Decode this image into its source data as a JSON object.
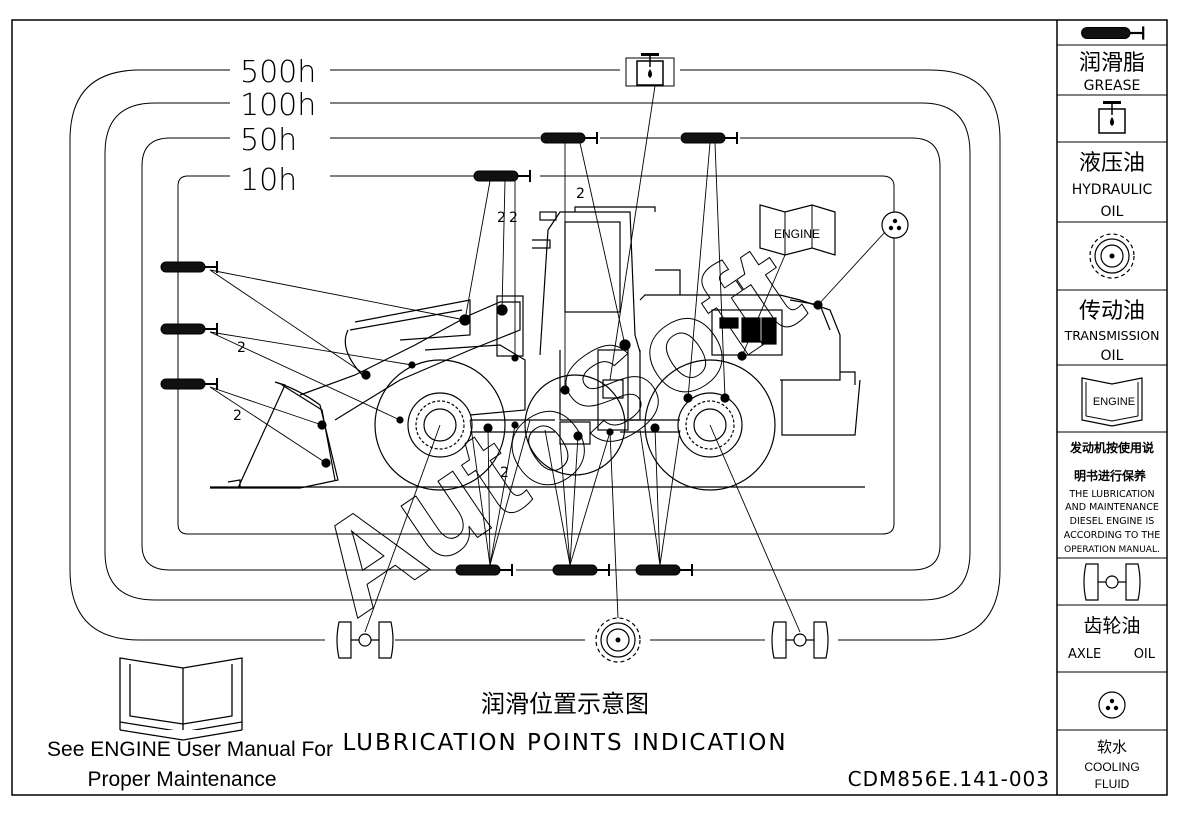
{
  "intervals": [
    "500h",
    "100h",
    "50h",
    "10h"
  ],
  "legend": {
    "grease_cn": "润滑脂",
    "grease_en": "GREASE",
    "hydraulic_cn": "液压油",
    "hydraulic_en_1": "HYDRAULIC",
    "hydraulic_en_2": "OIL",
    "transmission_cn": "传动油",
    "transmission_en_1": "TRANSMISSION",
    "transmission_en_2": "OIL",
    "engine_icon_label": "ENGINE",
    "engine_cn_1": "发动机按使用说",
    "engine_cn_2": "明书进行保养",
    "engine_en_1": "THE LUBRICATION",
    "engine_en_2": "AND MAINTENANCE",
    "engine_en_3": "DIESEL ENGINE IS",
    "engine_en_4": "ACCORDING TO THE",
    "engine_en_5": "OPERATION MANUAL.",
    "axle_cn": "齿轮油",
    "axle_en_1": "AXLE",
    "axle_en_2": "OIL",
    "cooling_cn": "软水",
    "cooling_en_1": "COOLING",
    "cooling_en_2": "FLUID"
  },
  "title_cn": "润滑位置示意图",
  "title_en": "LUBRICATION POINTS INDICATION",
  "note_1": "See ENGINE User Manual For",
  "note_2": "Proper Maintenance",
  "drawing_code": "CDM856E.141-003",
  "engine_label_on_machine": "ENGINE",
  "quantity_labels": [
    "2",
    "2",
    "2",
    "2",
    "2",
    "2"
  ],
  "watermark": "AutoSoft",
  "icons": [
    "grease-gun-icon",
    "hydraulic-oil-tank-icon",
    "transmission-gear-icon",
    "engine-manual-icon",
    "axle-icon",
    "coolant-drops-icon"
  ]
}
